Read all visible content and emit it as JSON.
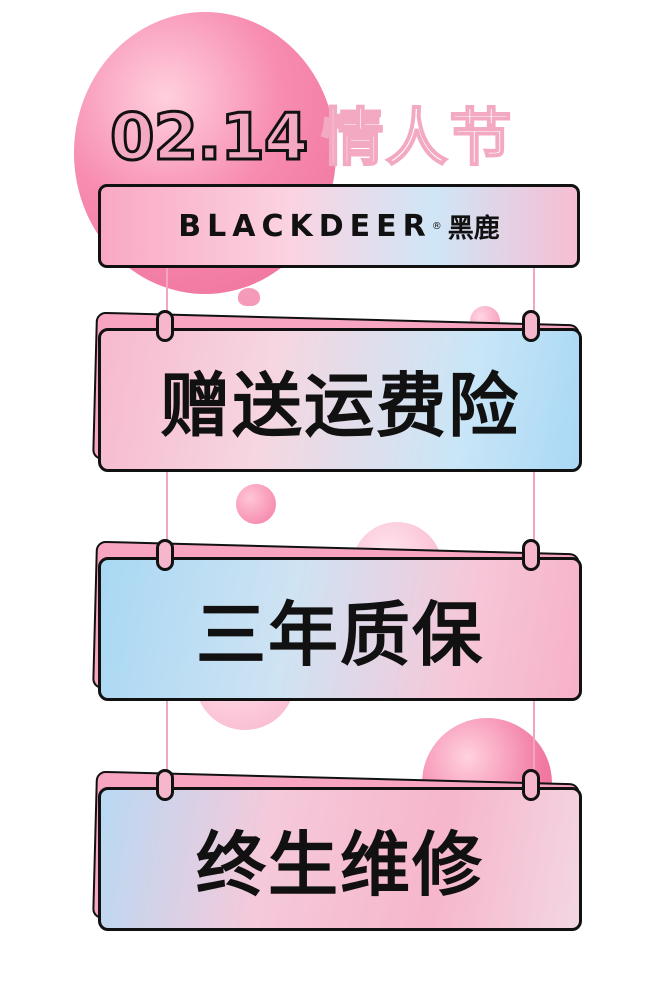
{
  "title": {
    "date": "02.14",
    "festival": "情人节"
  },
  "brand": {
    "name_en": "BLACKDEER",
    "reg_mark": "®",
    "name_cn": "黑鹿"
  },
  "signs": [
    {
      "label": "赠送运费险"
    },
    {
      "label": "三年质保"
    },
    {
      "label": "终生维修"
    }
  ],
  "colors": {
    "accent_pink": "#f4a9c2",
    "accent_blue": "#a9d8f5",
    "outline": "#111111"
  }
}
